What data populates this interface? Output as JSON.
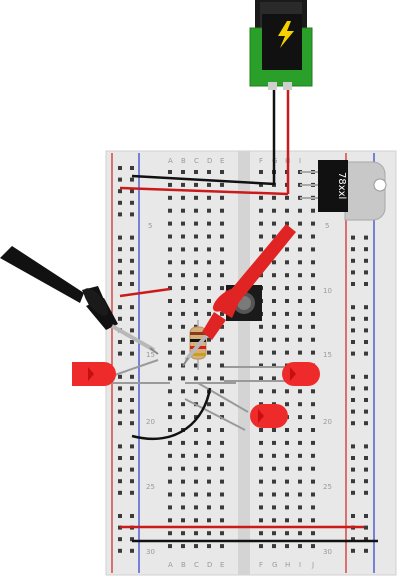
{
  "breadboard": {
    "column_letters_left": [
      "A",
      "B",
      "C",
      "D",
      "E"
    ],
    "column_letters_right": [
      "F",
      "G",
      "H",
      "I",
      "J"
    ],
    "row_numbers": [
      "5",
      "10",
      "15",
      "20",
      "25",
      "30"
    ],
    "colors": {
      "board": "#e8e8e8",
      "hole": "#3a3a3a",
      "rail_red": "#d22020",
      "rail_blue": "#2a3bd0",
      "label": "#9a9a9a"
    }
  },
  "regulator": {
    "label": "78xxl",
    "body_color": "#111111",
    "tab_color": "#c8c8c8"
  },
  "power_jack": {
    "pcb_color": "#2aa02a",
    "symbol": "lightning-icon",
    "symbol_color": "#f5d000"
  },
  "leds": {
    "color": "#ee2a2a",
    "count": 3
  },
  "probes": {
    "black_color": "#111111",
    "red_color": "#e02424"
  },
  "wires": {
    "red": "#cc1a1a",
    "black": "#111111",
    "gray": "#9a9a9a"
  }
}
